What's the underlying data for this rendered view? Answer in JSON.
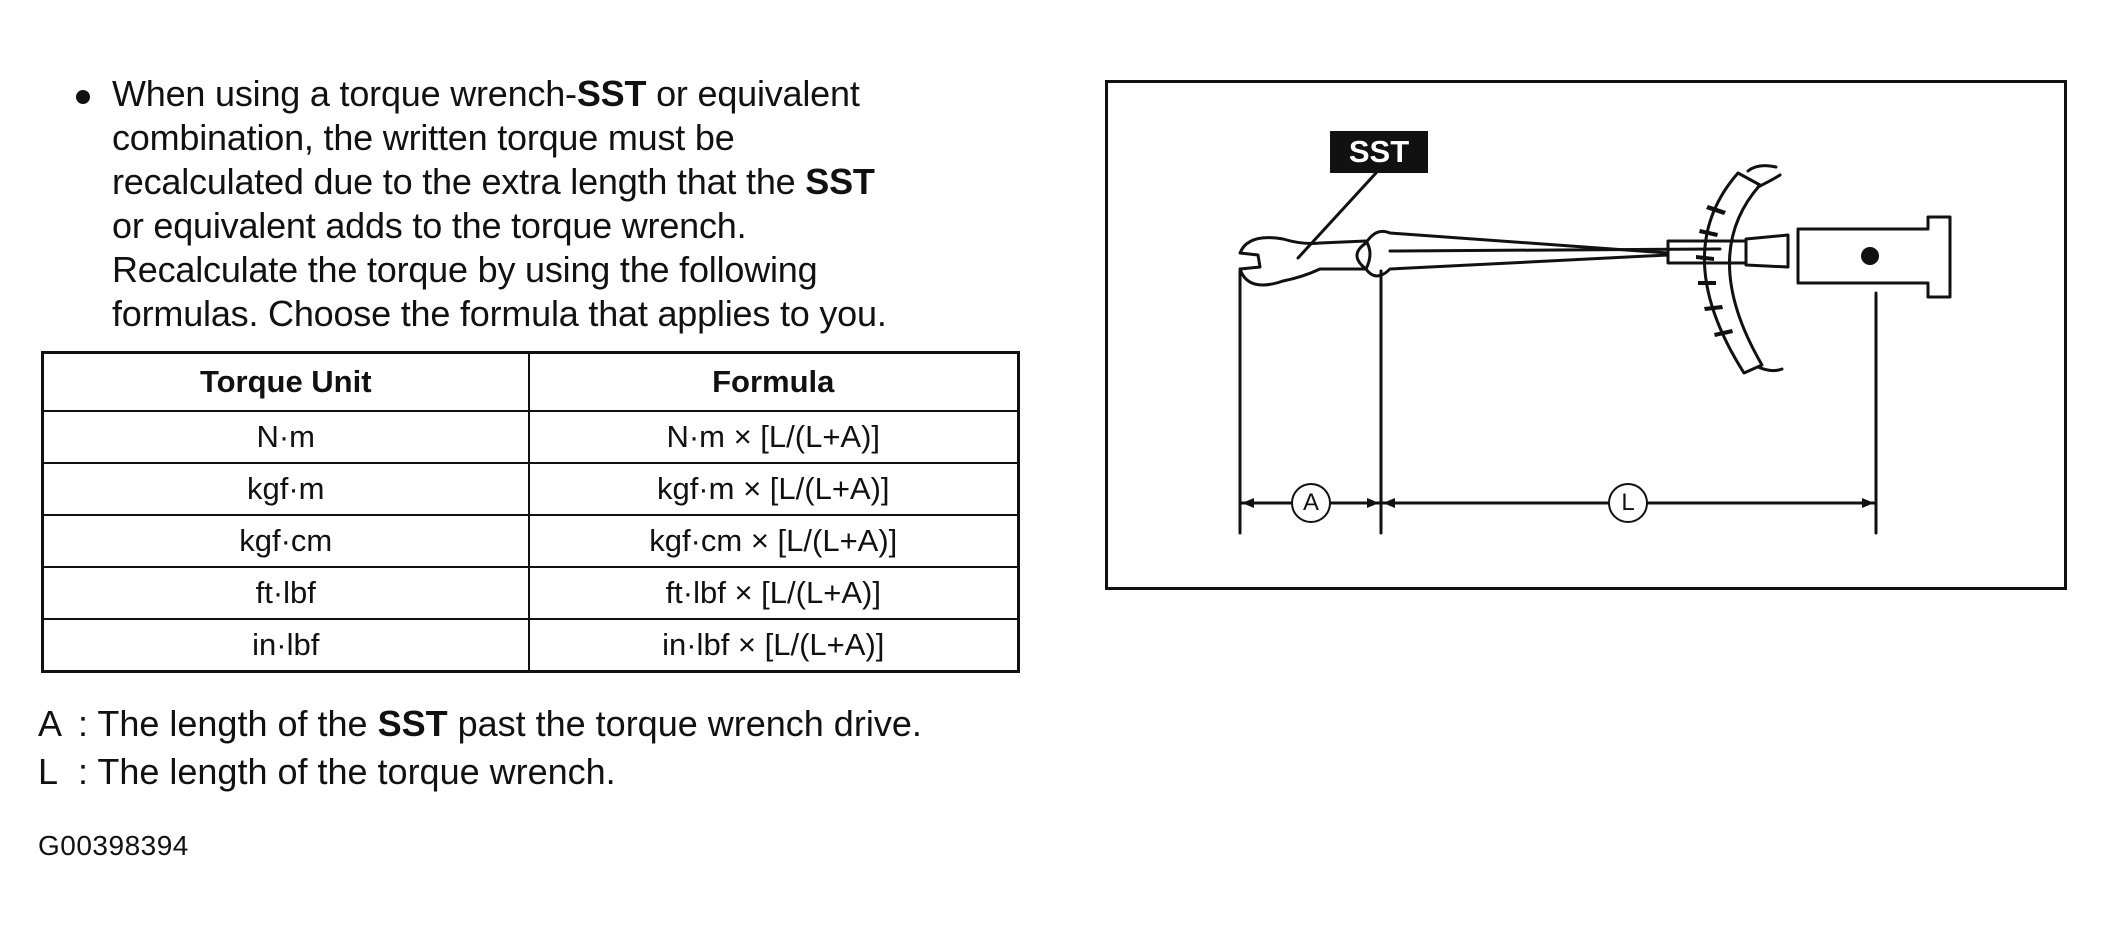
{
  "instruction": {
    "lines": [
      {
        "parts": [
          "When using a torque wrench-",
          "SST",
          " or equivalent"
        ]
      },
      {
        "parts": [
          "combination, the written torque must be"
        ]
      },
      {
        "parts": [
          "recalculated due to the extra length that the ",
          "SST"
        ]
      },
      {
        "parts": [
          "or equivalent adds to the torque wrench."
        ]
      },
      {
        "parts": [
          "Recalculate the torque by using the following"
        ]
      },
      {
        "parts": [
          "formulas. Choose the formula that applies to you."
        ]
      }
    ]
  },
  "table": {
    "headers": [
      "Torque Unit",
      "Formula"
    ],
    "rows": [
      [
        "N·m",
        "N·m × [L/(L+A)]"
      ],
      [
        "kgf·m",
        "kgf·m × [L/(L+A)]"
      ],
      [
        "kgf·cm",
        "kgf·cm × [L/(L+A)]"
      ],
      [
        "ft·lbf",
        "ft·lbf × [L/(L+A)]"
      ],
      [
        "in·lbf",
        "in·lbf × [L/(L+A)]"
      ]
    ]
  },
  "definitions": [
    {
      "key": "A",
      "pre": ": The length of the ",
      "bold": "SST",
      "post": " past the torque wrench drive."
    },
    {
      "key": "L",
      "pre": ": The length of the torque wrench.",
      "bold": "",
      "post": ""
    }
  ],
  "figure": {
    "sst_label": "SST",
    "dim_a": "A",
    "dim_l": "L"
  },
  "figure_code": "G00398394"
}
